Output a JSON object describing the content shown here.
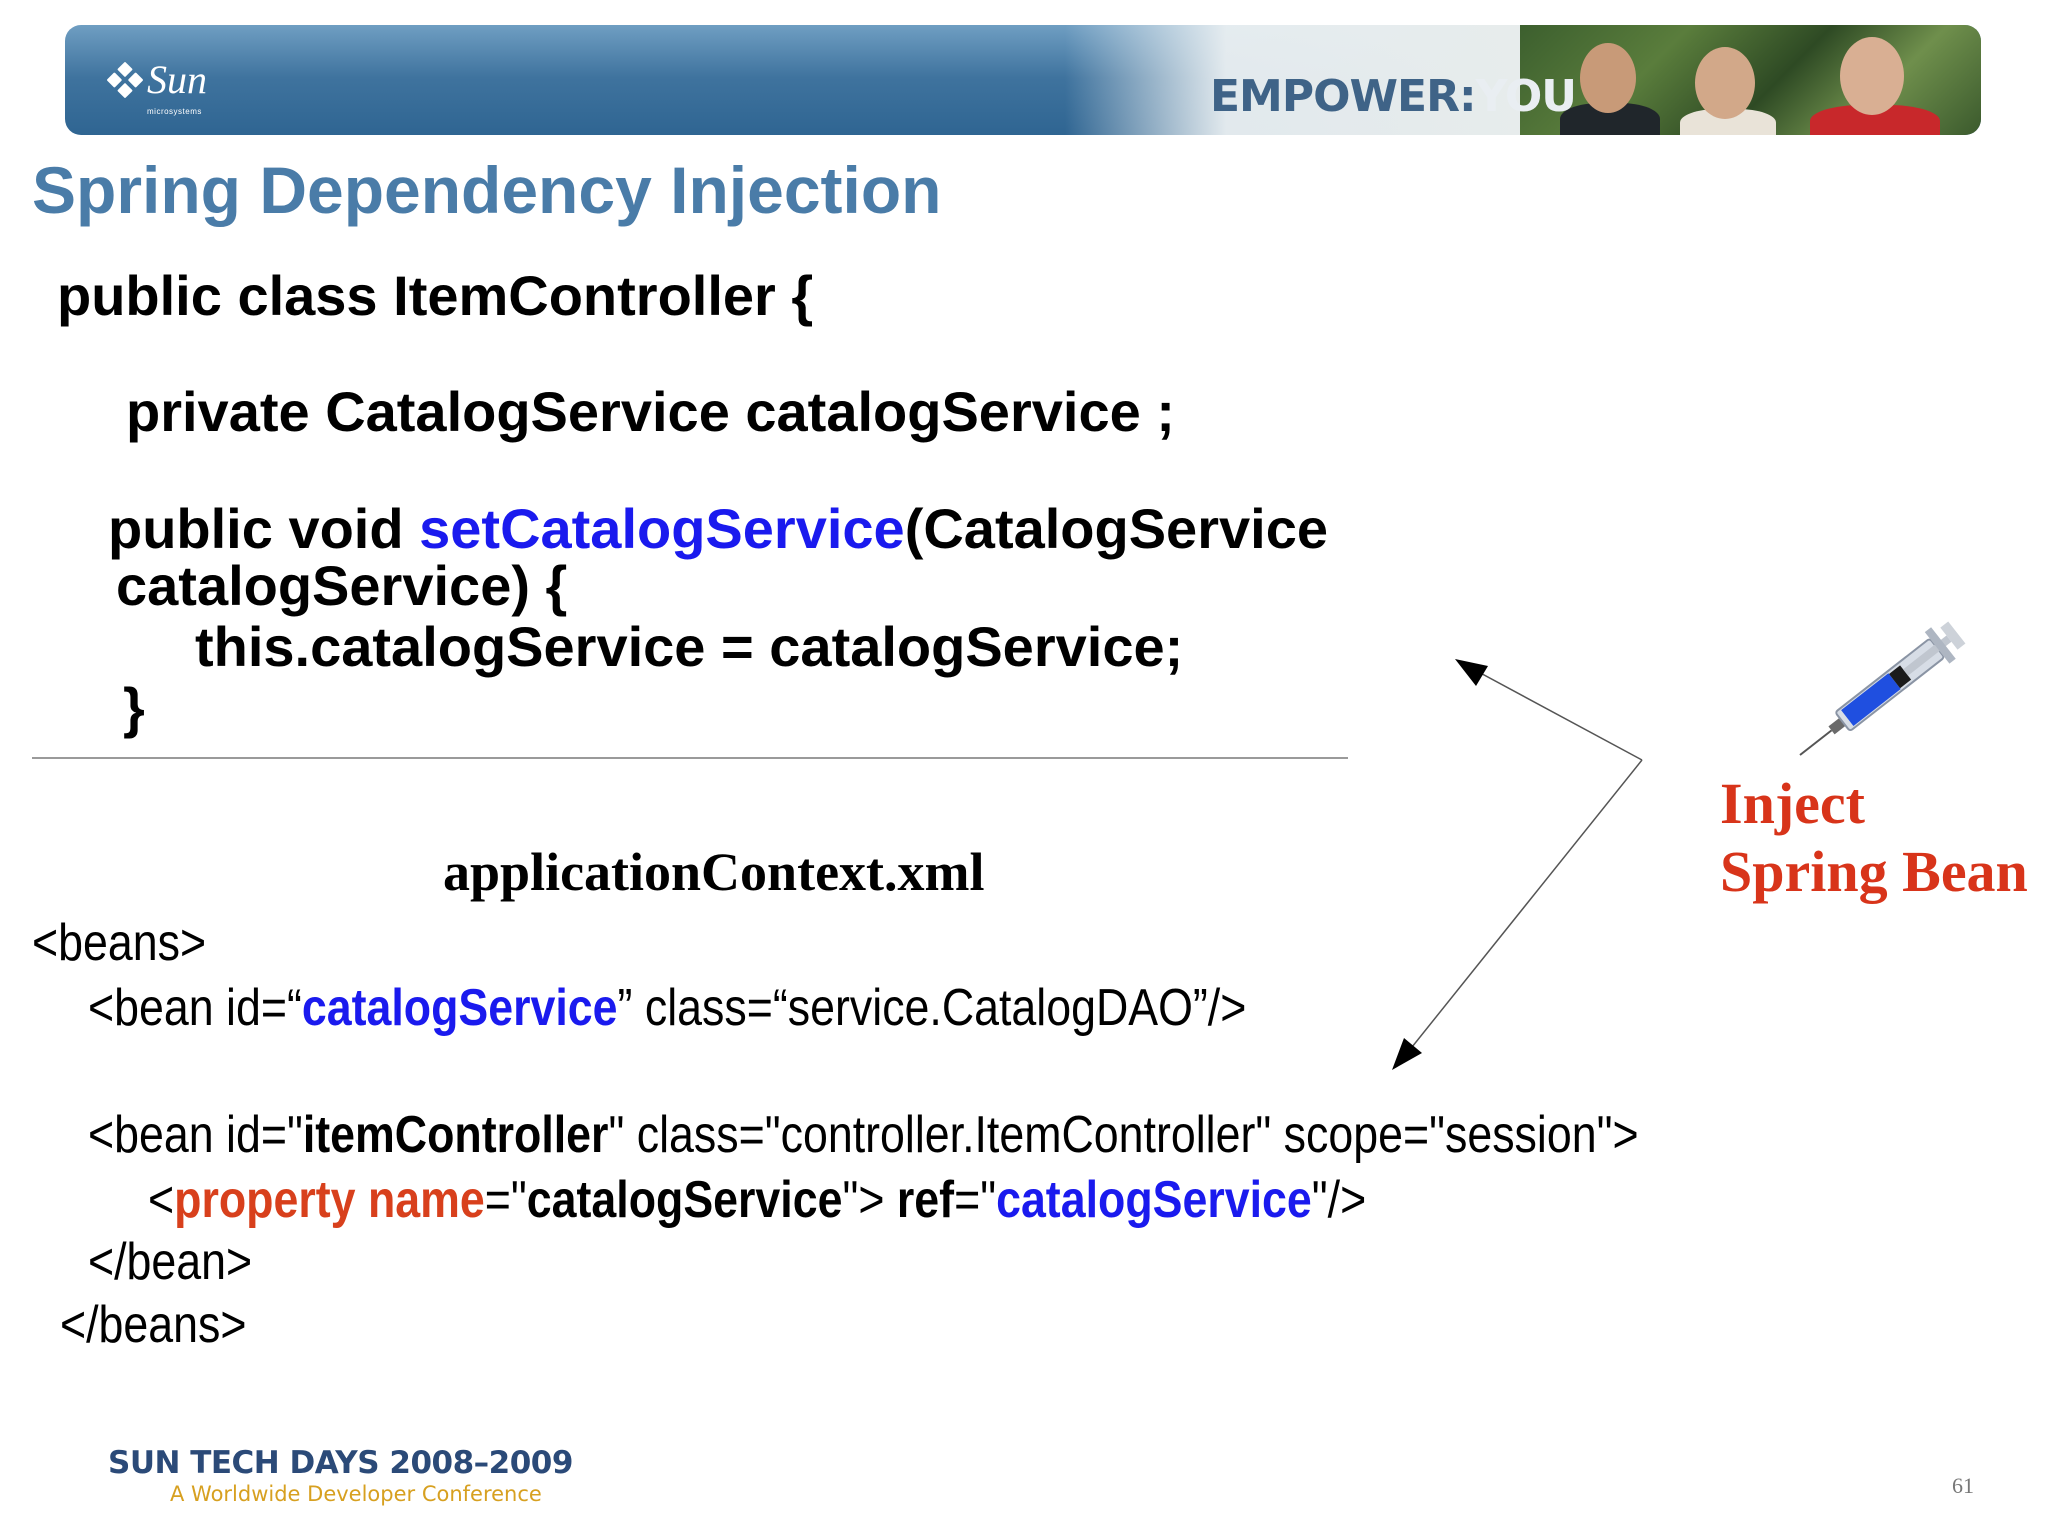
{
  "header": {
    "logo_text": "Sun",
    "logo_subtext": "microsystems",
    "tagline_part1": "EMPOWER:",
    "tagline_part2": "YOU"
  },
  "slide": {
    "title": "Spring Dependency Injection",
    "java": {
      "line1": "public class ItemController {",
      "line2": "private CatalogService catalogService ;",
      "line3_pre": "public void ",
      "line3_method": "setCatalogService",
      "line3_post": "(CatalogService",
      "line4": "catalogService) {",
      "line5": "this.catalogService = catalogService;",
      "line6": "}"
    },
    "xml_title": "applicationContext.xml",
    "xml": {
      "beans_open": "<beans>",
      "bean1_pre": "<bean id=“",
      "bean1_id": "catalogService",
      "bean1_post": "” class=“service.CatalogDAO”/>",
      "bean2_pre": "<bean id=\"",
      "bean2_id": "itemController",
      "bean2_post": "\" class=\"controller.ItemController\" scope=\"session\">",
      "prop_lt": "<",
      "prop_kw": "property name",
      "prop_eq": "=\"",
      "prop_name": "catalogService",
      "prop_mid": "\"> ",
      "prop_ref": "ref",
      "prop_eq2": "=\"",
      "prop_ref_val": "catalogService",
      "prop_end": "\"/>",
      "bean_close": "</bean>",
      "beans_close": "</beans>"
    },
    "callout": {
      "line1": "Inject",
      "line2": "Spring Bean"
    }
  },
  "footer": {
    "event": "SUN TECH DAYS 2008–2009",
    "subtitle": "A Worldwide Developer Conference",
    "page_number": "61"
  },
  "colors": {
    "title_blue": "#4a7ca8",
    "code_blue": "#1a1aee",
    "keyword_red": "#d8401c",
    "callout_red": "#d8341a"
  }
}
